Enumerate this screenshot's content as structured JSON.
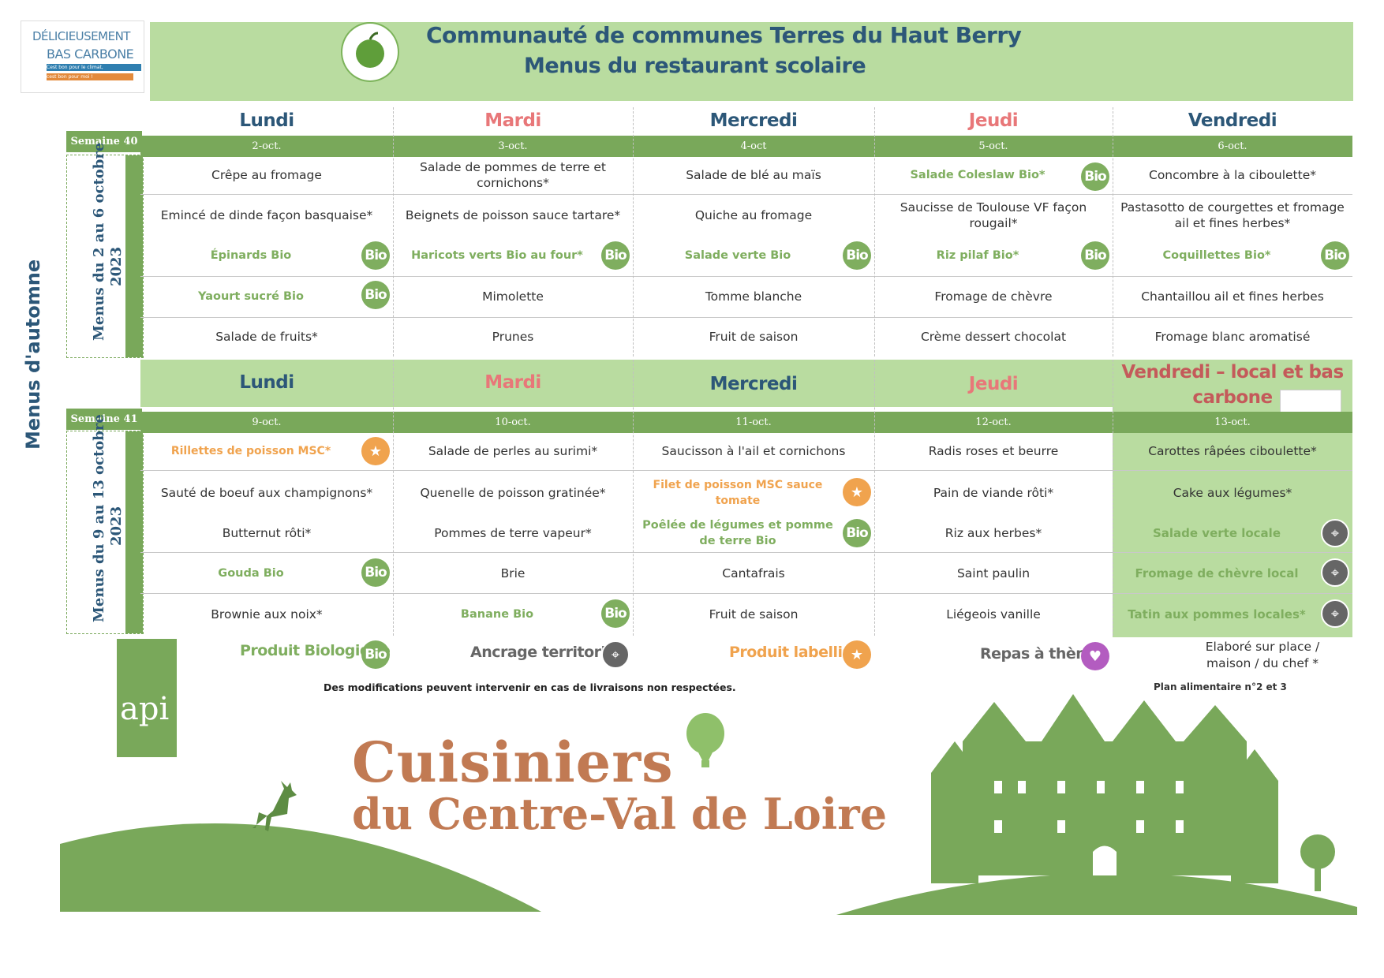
{
  "header": {
    "logo_line1": "DÉLICIEUSEMENT",
    "logo_line2": "BAS CARBONE",
    "logo_tag1": "Cest bon pour le climat,",
    "logo_tag2": "cest bon pour moi !",
    "title": "Communauté de communes Terres du Haut Berry",
    "subtitle": "Menus du restaurant scolaire"
  },
  "side_label": "Menus d'automne",
  "badges": {
    "bio": "Bio"
  },
  "week1": {
    "tag": "Semaine 40",
    "vertical_label_1": "Menus du 2 au 6 octobre",
    "vertical_label_2": "2023",
    "days": [
      {
        "name": "Lundi",
        "date": "2-oct."
      },
      {
        "name": "Mardi",
        "date": "3-oct."
      },
      {
        "name": "Mercredi",
        "date": "4-oct"
      },
      {
        "name": "Jeudi",
        "date": "5-oct."
      },
      {
        "name": "Vendredi",
        "date": "6-oct."
      }
    ],
    "rows": [
      [
        "Crêpe au fromage",
        "Salade de pommes de terre et cornichons*",
        "Salade de blé au maïs",
        "Salade Coleslaw Bio*",
        "Concombre à la ciboulette*"
      ],
      [
        "Emincé de dinde façon basquaise*",
        "Beignets de poisson sauce tartare*",
        "Quiche au fromage",
        "Saucisse de Toulouse VF façon rougail*",
        "Pastasotto de courgettes et fromage ail et fines herbes*"
      ],
      [
        "Épinards Bio",
        "Haricots verts Bio au four*",
        "Salade verte Bio",
        "Riz pilaf Bio*",
        "Coquillettes Bio*"
      ],
      [
        "Yaourt sucré Bio",
        "Mimolette",
        "Tomme blanche",
        "Fromage de chèvre",
        "Chantaillou ail et fines herbes"
      ],
      [
        "Salade de fruits*",
        "Prunes",
        "Fruit de saison",
        "Crème dessert chocolat",
        "Fromage blanc aromatisé"
      ]
    ]
  },
  "week2": {
    "tag": "Semaine 41",
    "vertical_label_1": "Menus du 9 au 13 octobre",
    "vertical_label_2": "2023",
    "days": [
      {
        "name": "Lundi",
        "date": "9-oct."
      },
      {
        "name": "Mardi",
        "date": "10-oct."
      },
      {
        "name": "Mercredi",
        "date": "11-oct."
      },
      {
        "name": "Jeudi",
        "date": "12-oct."
      },
      {
        "name": "Vendredi – local et bas carbone",
        "date": "13-oct."
      }
    ],
    "rows": [
      [
        "Rillettes de poisson MSC*",
        "Salade de perles au surimi*",
        "Saucisson à l'ail et cornichons",
        "Radis roses et beurre",
        "Carottes râpées ciboulette*"
      ],
      [
        "Sauté de boeuf aux champignons*",
        "Quenelle de poisson gratinée*",
        "Filet de poisson MSC sauce tomate",
        "Pain de viande rôti*",
        "Cake aux légumes*"
      ],
      [
        "Butternut rôti*",
        "Pommes de terre vapeur*",
        "Poêlée de légumes et pomme de terre Bio",
        "Riz aux herbes*",
        "Salade verte locale"
      ],
      [
        "Gouda Bio",
        "Brie",
        "Cantafrais",
        "Saint paulin",
        "Fromage de chèvre local"
      ],
      [
        "Brownie aux noix*",
        "Banane Bio",
        "Fruit de saison",
        "Liégeois vanille",
        "Tatin aux pommes locales*"
      ]
    ]
  },
  "legend": {
    "bio": "Produit Biologique",
    "local": "Ancrage territorial",
    "label": "Produit labellisé",
    "theme": "Repas à thème",
    "homemade": "Elaboré sur place / maison / du chef *",
    "plan": "Plan alimentaire n°2 et 3",
    "notice": "Des modifications peuvent intervenir en cas de livraisons non respectées."
  },
  "footer": {
    "api": "api",
    "brand_line1": "Cuisiniers",
    "brand_line2": "du Centre-Val de Loire"
  },
  "colors": {
    "green": "#79a85a",
    "light_green": "#b9dca0",
    "navy": "#2c5778",
    "red": "#e87779",
    "bio_text": "#7fae5f",
    "label_orange": "#f0a34e",
    "brand": "#c17a53"
  }
}
